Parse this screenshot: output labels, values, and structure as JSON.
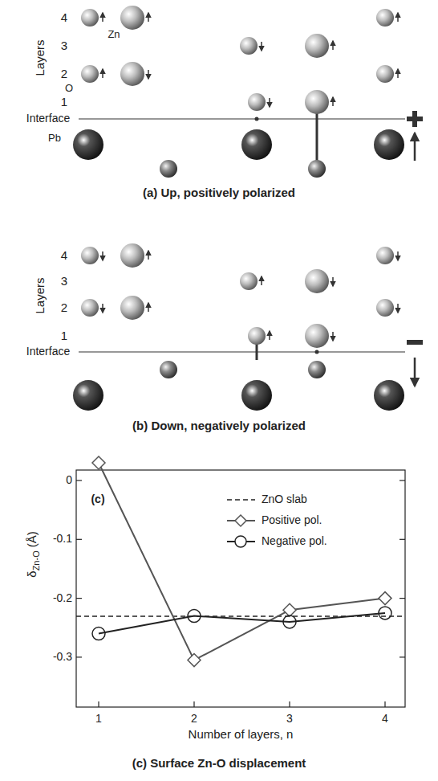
{
  "diagram": {
    "labels": [
      "4",
      "3",
      "2",
      "1",
      "Layers",
      "Zn",
      "O",
      "Interface",
      "Pb",
      "(a) Up, positively polarized",
      "4",
      "3",
      "2",
      "1",
      "Layers",
      "Interface",
      "(b) Down, negatively polarized",
      "(c)",
      "0",
      "-0.1",
      "-0.2",
      "-0.3",
      "δ",
      "Zn-O",
      "(Å)",
      "1",
      "2",
      "3",
      "4",
      "Number of layers, n",
      "(c) Surface Zn-O displacement"
    ],
    "legend": [
      {
        "text": "ZnO slab"
      },
      {
        "text": "Positive pol."
      },
      {
        "text": "Negative pol."
      }
    ]
  }
}
